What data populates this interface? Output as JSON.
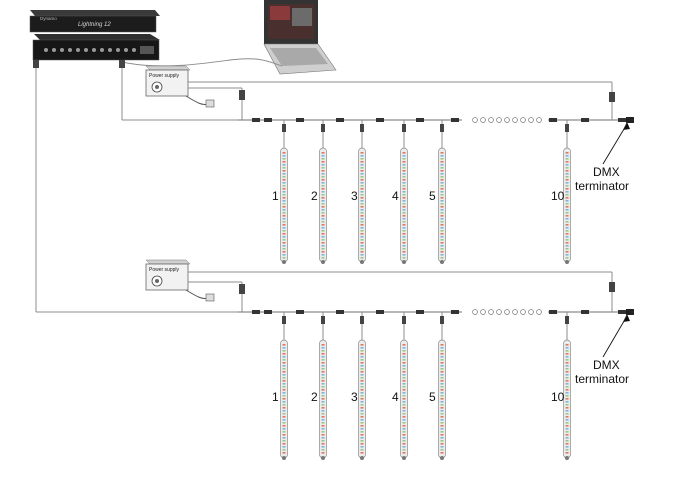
{
  "controller": {
    "brand": "Dynamo",
    "model": "Lightning 12"
  },
  "power_supply": {
    "label": "Power supply"
  },
  "dmx_terminator": {
    "line1": "DMX",
    "line2": "terminator"
  },
  "tube_numbers": [
    "1",
    "2",
    "3",
    "4",
    "5",
    "10"
  ],
  "colors": {
    "cable": "#8c8c8c",
    "tube_body": "#ececec",
    "rack": "#1c1c1c",
    "led_a": "#e07a5f",
    "led_b": "#7fb7d8",
    "led_c": "#9cc98a"
  },
  "icons": [
    "rack-controller-icon",
    "dmx-splitter-icon",
    "laptop-icon",
    "power-supply-icon",
    "power-plug-icon",
    "led-tube-icon",
    "arrow-icon"
  ]
}
